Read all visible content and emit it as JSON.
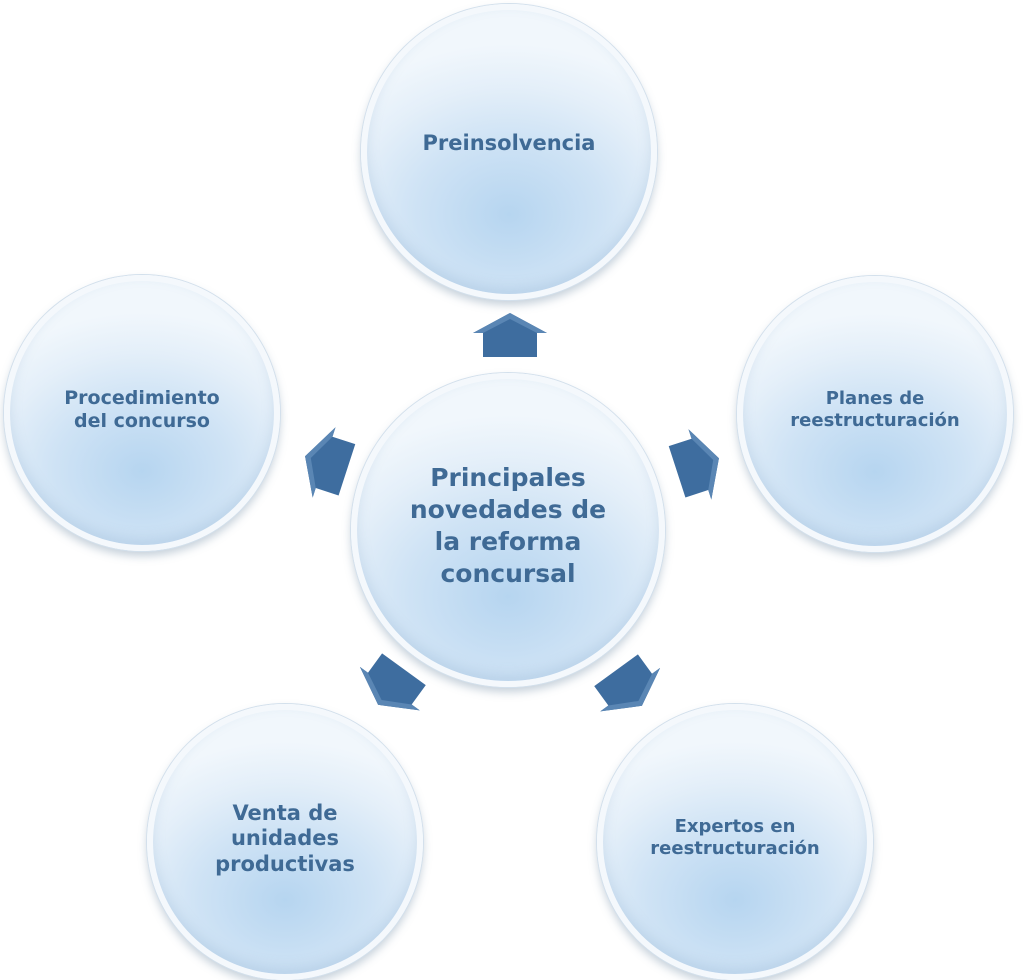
{
  "diagram": {
    "center": {
      "label": "Principales\nnovedades de\nla reforma\nconcursal"
    },
    "nodes": [
      {
        "id": "top",
        "label": "Preinsolvencia"
      },
      {
        "id": "right",
        "label": "Planes de\nreestructuración"
      },
      {
        "id": "bottom_right",
        "label": "Expertos en\nreestructuración"
      },
      {
        "id": "bottom_left",
        "label": "Venta de\nunidades\nproductivas"
      },
      {
        "id": "left",
        "label": "Procedimiento\ndel concurso"
      }
    ]
  },
  "colors": {
    "text": "#3f6a95",
    "arrow": "#3e6d9f",
    "circle_fill": "#cfe3f5",
    "circle_border": "#f4f8fc"
  },
  "icons": {
    "connector": "block-arrow"
  }
}
